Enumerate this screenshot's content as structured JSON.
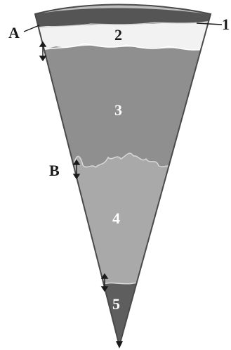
{
  "diagram": {
    "layers": [
      {
        "label": "1",
        "color": "#555555"
      },
      {
        "label": "2",
        "color": "#f2f2f2"
      },
      {
        "label": "3",
        "color": "#8f8f8f"
      },
      {
        "label": "4",
        "color": "#a9a9a9"
      },
      {
        "label": "5",
        "color": "#5e5e5e"
      }
    ],
    "boundary_labels": {
      "a": "A",
      "b": "B"
    },
    "outline_color": "#4a4a4a"
  }
}
